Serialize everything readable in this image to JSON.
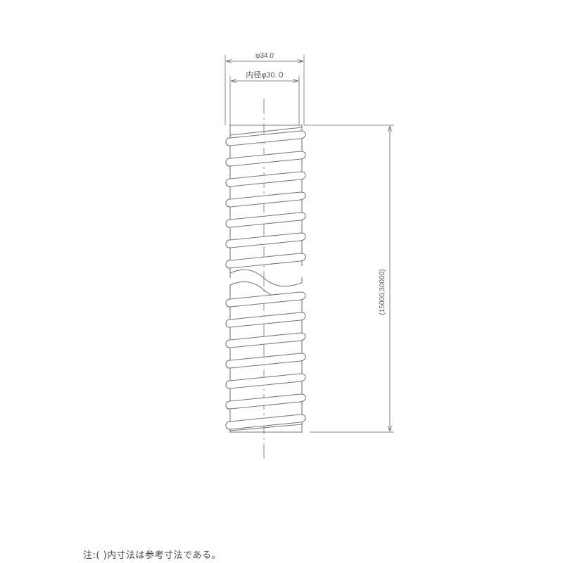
{
  "drawing": {
    "type": "hose technical drawing",
    "outer_diameter_label": "φ34.0",
    "inner_diameter_label": "内径φ30.０",
    "length_label": "(15000,30000)",
    "line_color": "#777777",
    "rib_count_upper": 7,
    "rib_count_lower": 7
  },
  "note": {
    "text": "注:(  )内寸法は参考寸法である。"
  }
}
